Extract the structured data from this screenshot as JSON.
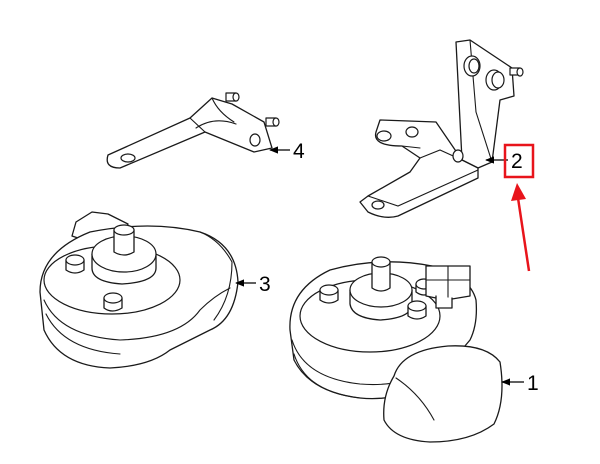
{
  "callouts": {
    "part_1": "1",
    "part_2": "2",
    "part_3": "3",
    "part_4": "4"
  },
  "highlight": {
    "target": "2",
    "color": "#e8141b"
  }
}
